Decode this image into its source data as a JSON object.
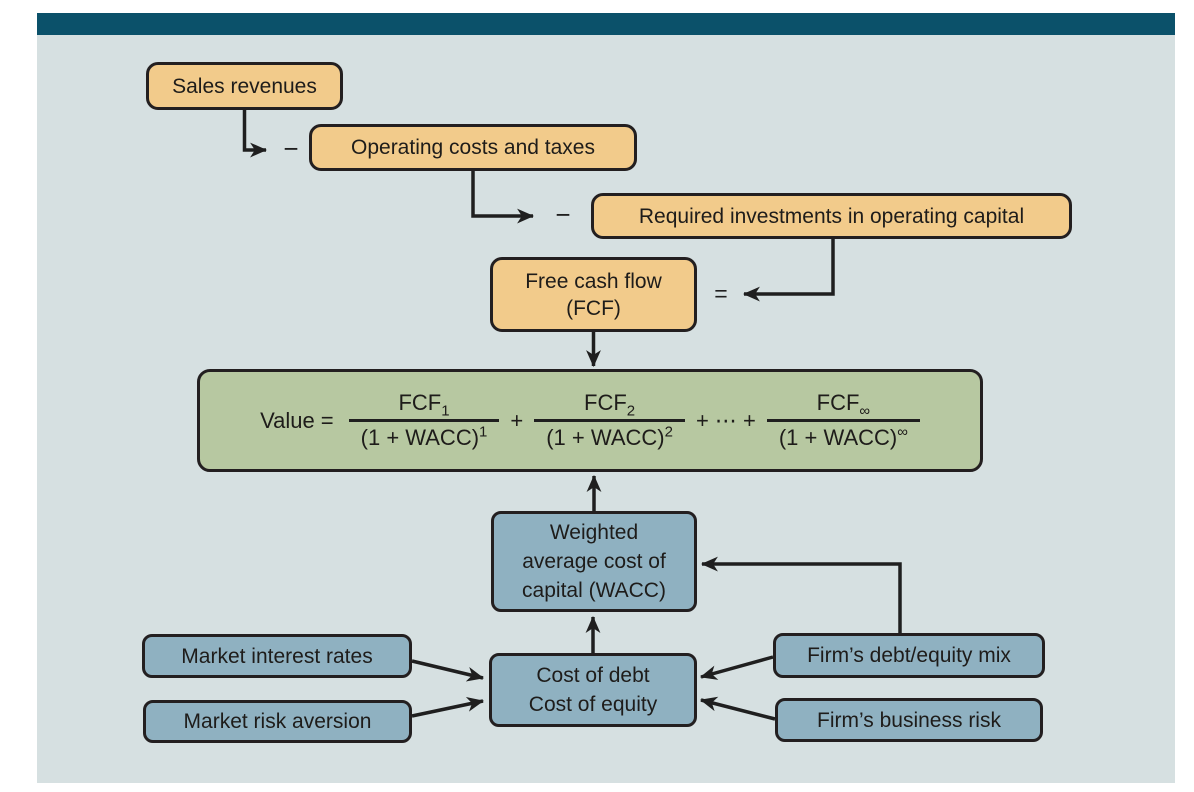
{
  "colors": {
    "header_bar": "#0b516a",
    "panel_background": "#d6e0e1",
    "flow_box_fill": "#f2cb8b",
    "formula_box_fill": "#b7c8a1",
    "cost_box_fill": "#8fb1c1",
    "line_color": "#1f1f1f"
  },
  "boxes": {
    "sales": {
      "label": "Sales revenues"
    },
    "operating": {
      "label": "Operating costs and taxes"
    },
    "required": {
      "label": "Required investments in operating capital"
    },
    "fcf": {
      "line1": "Free cash flow",
      "line2": "(FCF)"
    },
    "wacc": {
      "line1": "Weighted",
      "line2": "average cost of",
      "line3": "capital (WACC)"
    },
    "cost": {
      "line1": "Cost of debt",
      "line2": "Cost of equity"
    },
    "market_interest": {
      "label": "Market interest rates"
    },
    "market_risk": {
      "label": "Market risk aversion"
    },
    "debt_equity": {
      "label": "Firm’s debt/equity mix"
    },
    "business_risk": {
      "label": "Firm’s business risk"
    }
  },
  "operators": {
    "minus_after_sales": "−",
    "minus_after_operating": "−",
    "equals_fcf": "="
  },
  "formula": {
    "lhs": "Value =",
    "op1": "+",
    "op2": "+ ⋯ +",
    "fractions": [
      {
        "num_base": "FCF",
        "num_sub": "1",
        "den_base": "(1 + WACC)",
        "den_sup": "1"
      },
      {
        "num_base": "FCF",
        "num_sub": "2",
        "den_base": "(1 + WACC)",
        "den_sup": "2"
      },
      {
        "num_base": "FCF",
        "num_sub": "∞",
        "den_base": "(1 + WACC)",
        "den_sup": "∞"
      }
    ]
  }
}
